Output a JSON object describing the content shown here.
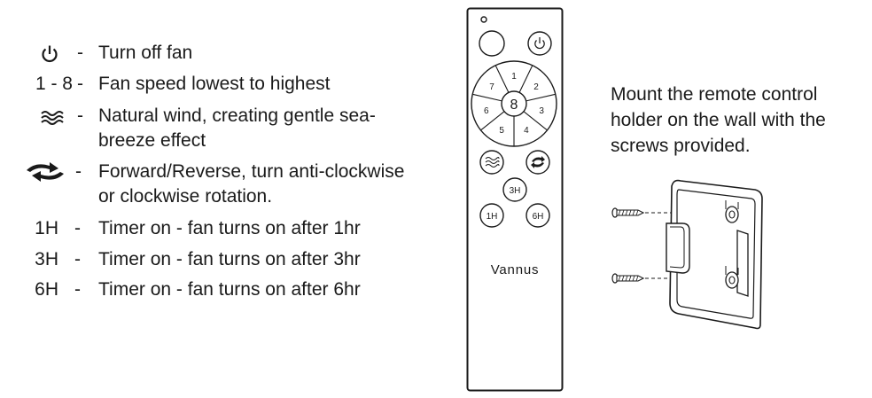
{
  "legend": {
    "items": [
      {
        "symbol": "",
        "icon": "power-icon",
        "dash": "-",
        "lines": [
          "Turn off fan"
        ]
      },
      {
        "symbol": "1 - 8",
        "icon": "",
        "dash": "-",
        "lines": [
          "Fan speed lowest to highest"
        ]
      },
      {
        "symbol": "",
        "icon": "natural-wind-icon",
        "dash": "-",
        "lines": [
          "Natural wind, creating gentle sea-",
          "breeze effect"
        ]
      },
      {
        "symbol": "",
        "icon": "forward-reverse-icon",
        "dash": "-",
        "lines": [
          "Forward/Reverse, turn anti-clockwise",
          "or clockwise rotation."
        ]
      },
      {
        "symbol": "1H",
        "icon": "",
        "dash": "-",
        "lines": [
          "Timer on - fan turns on after 1hr"
        ]
      },
      {
        "symbol": "3H",
        "icon": "",
        "dash": "-",
        "lines": [
          "Timer on - fan turns on after 3hr"
        ]
      },
      {
        "symbol": "6H",
        "icon": "",
        "dash": "-",
        "lines": [
          "Timer on - fan turns on after 6hr"
        ]
      }
    ]
  },
  "remote": {
    "brand": "Vannus",
    "speed_center": "8",
    "speed_buttons": [
      "1",
      "2",
      "3",
      "4",
      "5",
      "6",
      "7"
    ],
    "timer_buttons": [
      "3H",
      "1H",
      "6H"
    ],
    "icons": [
      "indicator-light-icon",
      "blank-button-icon",
      "power-icon",
      "natural-wind-icon",
      "forward-reverse-icon"
    ]
  },
  "mount": {
    "lines": [
      "Mount the remote control",
      "holder on the wall with the",
      "screws provided."
    ],
    "icons": [
      "screw-icon",
      "wall-holder-icon"
    ]
  }
}
